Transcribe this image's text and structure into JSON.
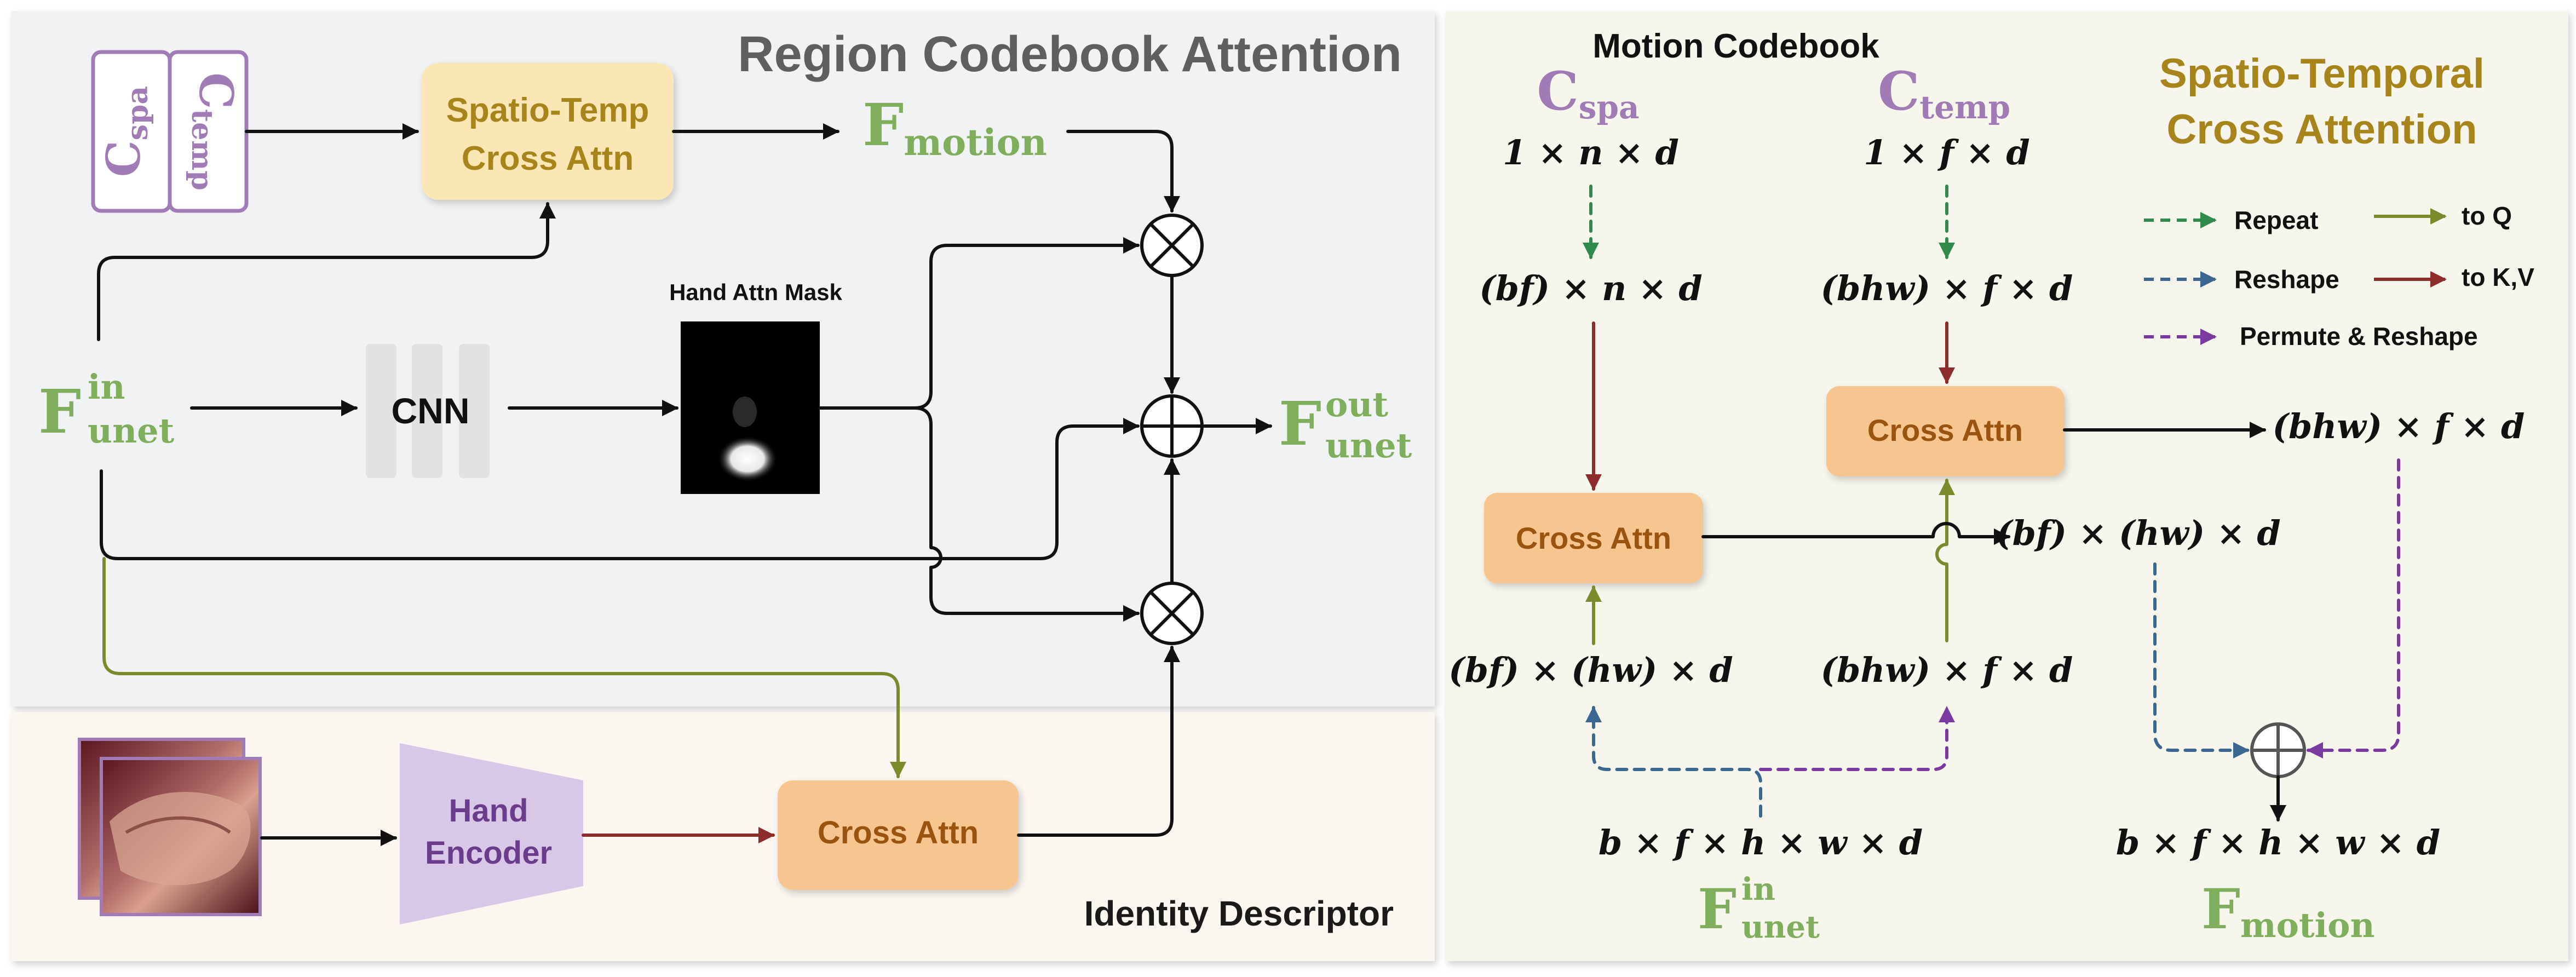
{
  "colors": {
    "green_label": "#7fae5c",
    "purple_label": "#a07bb5",
    "gold_title": "#a8851b",
    "box_orange": "#f7c58f",
    "box_yellow": "#fbe7b6",
    "box_text_brown": "#9a5410",
    "hand_encoder": "#d8c7e6",
    "hand_encoder_text": "#6c3c8c",
    "arrow_olive": "#7b8b2c",
    "arrow_darkred": "#8e2b2b",
    "arrow_green_dashed": "#2f8a4b",
    "arrow_blue_dashed": "#3a6690",
    "arrow_purple_dashed": "#7a3aa0"
  },
  "left_panel": {
    "title": "Region Codebook Attention",
    "identity_title": "Identity Descriptor",
    "codebook": {
      "spa_base": "C",
      "spa_sub": "spa",
      "temp_base": "C",
      "temp_sub": "temp"
    },
    "spatio_temp_box": {
      "line1": "Spatio-Temp",
      "line2": "Cross Attn"
    },
    "f_motion": {
      "base": "F",
      "sub": "motion"
    },
    "f_unet_in": {
      "base": "F",
      "sup": "in",
      "sub": "unet"
    },
    "f_unet_out": {
      "base": "F",
      "sup": "out",
      "sub": "unet"
    },
    "cnn_label": "CNN",
    "mask_label": "Hand Attn Mask",
    "hand_encoder": {
      "line1": "Hand",
      "line2": "Encoder"
    },
    "cross_attn_label": "Cross Attn",
    "operators": {
      "multiply": "⊗",
      "add": "⊕"
    }
  },
  "right_panel": {
    "title_motion": "Motion Codebook",
    "title_st": {
      "line1": "Spatio-Temporal",
      "line2": "Cross Attention"
    },
    "c_spa": {
      "base": "C",
      "sub": "spa",
      "shape": "1 × n × d"
    },
    "c_temp": {
      "base": "C",
      "sub": "temp",
      "shape": "1 × f × d"
    },
    "dims": {
      "bf_n_d": "(bf) × n × d",
      "bhw_f_d_top": "(bhw) × f × d",
      "bhw_f_d_out": "(bhw) × f × d",
      "bf_hw_d_out": "(bf) × (hw) × d",
      "bf_hw_d_in": "(bf) × (hw) × d",
      "bhw_f_d_in": "(bhw) × f × d",
      "input_shape": "b × f × h × w × d",
      "output_shape": "b × f × h × w × d"
    },
    "cross_attn_label": "Cross Attn",
    "f_unet_in": {
      "base": "F",
      "sup": "in",
      "sub": "unet"
    },
    "f_motion": {
      "base": "F",
      "sub": "motion"
    },
    "legend": {
      "repeat": "Repeat",
      "reshape": "Reshape",
      "permute": "Permute & Reshape",
      "to_q": "to Q",
      "to_kv": "to K,V"
    }
  }
}
